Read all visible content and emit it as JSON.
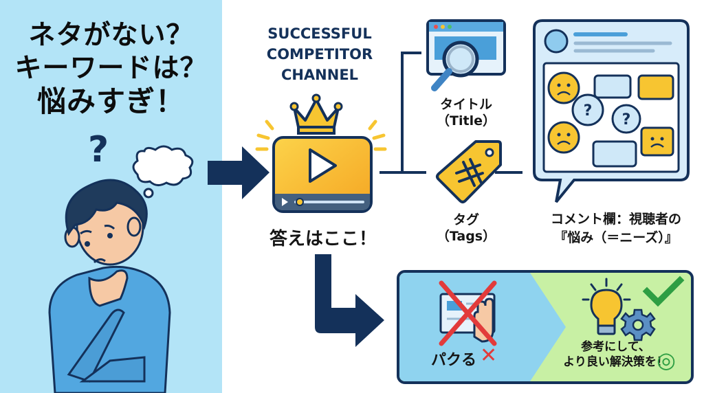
{
  "left_panel": {
    "headline_lines": [
      "ネタがない？",
      "キーワードは？",
      "悩みすぎ！"
    ],
    "background_color": "#b3e4f7",
    "illustration": "confused-person-thinking",
    "question_mark": "?"
  },
  "competitor": {
    "title_lines": [
      "SUCCESSFUL",
      "COMPETITOR",
      "CHANNEL"
    ],
    "caption": "答えはここ！",
    "icon": "crowned-video-player"
  },
  "sources": [
    {
      "id": "title",
      "label_jp": "タイトル",
      "label_en": "（Title）",
      "icon": "browser-magnifier"
    },
    {
      "id": "tags",
      "label_jp": "タグ",
      "label_en": "（Tags）",
      "icon": "hashtag-tag"
    },
    {
      "id": "comments",
      "label_line1": "コメント欄：視聴者の",
      "label_line2": "『悩み（＝ニーズ）』",
      "icon": "comment-bubbles"
    }
  ],
  "comparison": {
    "bad": {
      "label": "パクる",
      "mark": "✕",
      "icon": "copy-hand-crossed"
    },
    "good": {
      "line1": "参考にして、",
      "line2": "より良い解決策を！",
      "mark": "◎",
      "icon": "lightbulb-gear-check"
    }
  },
  "colors": {
    "navy": "#14315a",
    "yellow": "#f7c531",
    "bad_bg": "#8fd3ef",
    "good_bg": "#c8f0a4",
    "red": "#e23b3b",
    "green": "#2e9e43"
  }
}
